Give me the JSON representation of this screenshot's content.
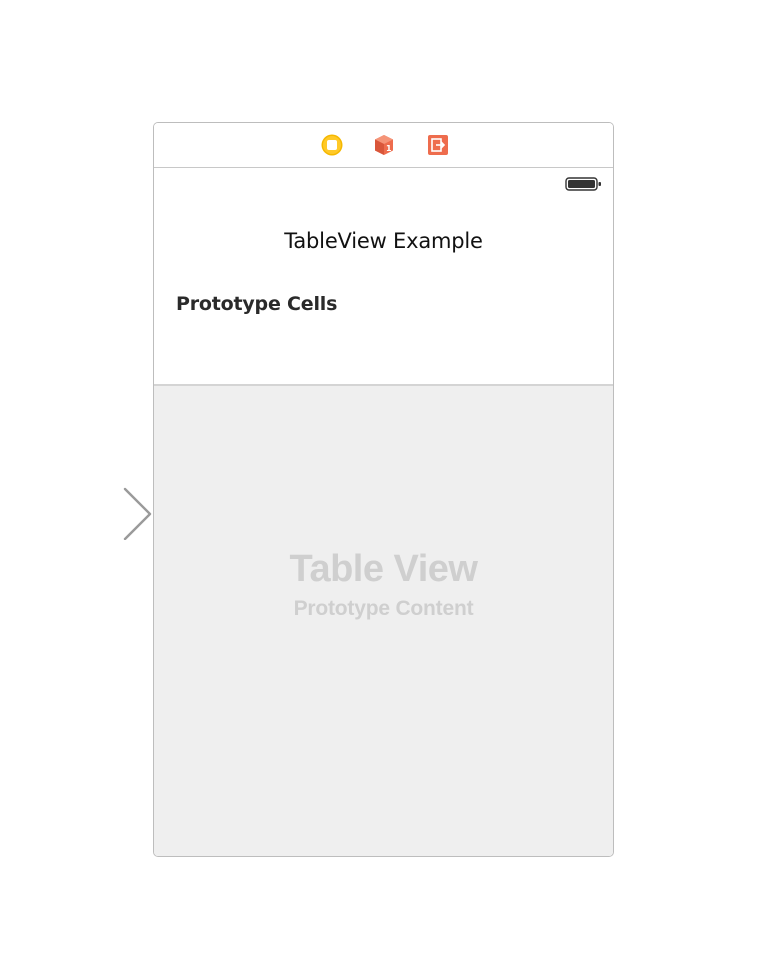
{
  "storyboard": {
    "entry_point": {
      "icon": "initial-view-controller-arrow-icon"
    },
    "scene": {
      "dock": {
        "items": [
          {
            "name": "view-controller-icon",
            "color": "#F5B800"
          },
          {
            "name": "first-responder-icon",
            "color": "#EE6C4D"
          },
          {
            "name": "exit-icon",
            "color": "#EE6C4D"
          }
        ]
      },
      "status_bar": {
        "battery_icon": "battery-icon"
      },
      "nav_bar": {
        "title": "TableView Example"
      },
      "table_header": {
        "section_label": "Prototype Cells"
      },
      "table_view": {
        "placeholder_title": "Table View",
        "placeholder_subtitle": "Prototype Content",
        "background": "#EFEFEF"
      }
    }
  }
}
